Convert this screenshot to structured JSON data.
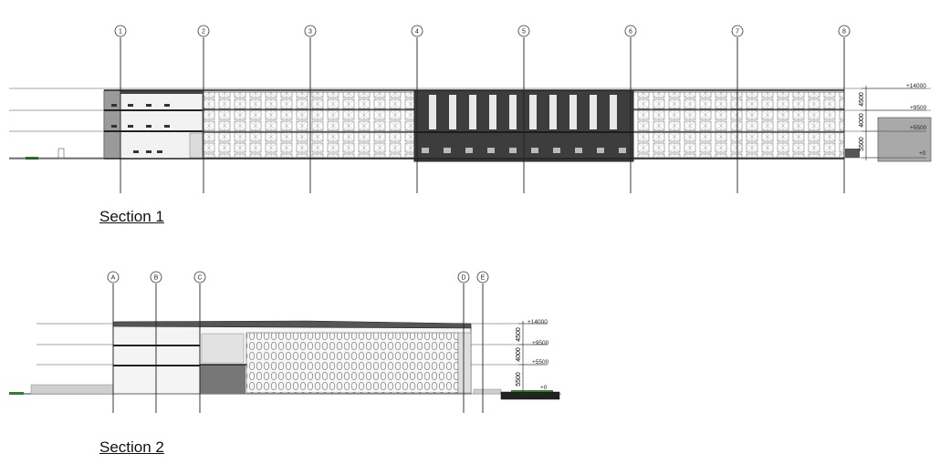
{
  "sections": [
    {
      "title": "Section 1",
      "grid": [
        "1",
        "2",
        "3",
        "4",
        "5",
        "6",
        "7",
        "8"
      ],
      "levels": [
        "+14000",
        "+9500",
        "+5500",
        "+0"
      ],
      "dimensions": [
        "4500",
        "4000",
        "5500"
      ]
    },
    {
      "title": "Section 2",
      "grid": [
        "A",
        "B",
        "C",
        "D",
        "E"
      ],
      "levels": [
        "+14000",
        "+9500",
        "+5500",
        "+0"
      ],
      "dimensions": [
        "4500",
        "4000",
        "5500"
      ]
    }
  ]
}
